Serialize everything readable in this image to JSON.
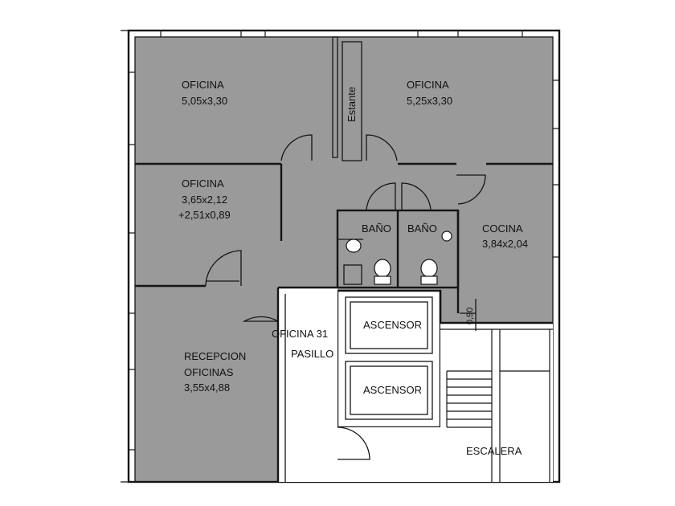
{
  "rooms": {
    "office_top_left": {
      "name": "OFICINA",
      "size": "5,05x3,30"
    },
    "office_top_right": {
      "name": "OFICINA",
      "size": "5,25x3,30"
    },
    "office_mid_left": {
      "name": "OFICINA",
      "size": "3,65x2,12",
      "extra": "+2,51x0,89"
    },
    "bath_1": {
      "name": "BAÑO"
    },
    "bath_2": {
      "name": "BAÑO"
    },
    "kitchen": {
      "name": "COCINA",
      "size": "3,84x2,04"
    },
    "reception": {
      "line1": "RECEPCION",
      "line2": "OFICINAS",
      "size": "3,55x4,88"
    },
    "hall": {
      "unit": "OFICINA 31",
      "name": "PASILLO"
    },
    "elevator_1": {
      "name": "ASCENSOR"
    },
    "elevator_2": {
      "name": "ASCENSOR"
    },
    "stairs": {
      "name": "ESCALERA"
    },
    "shelf": {
      "name": "Estante"
    },
    "vertical_dim": {
      "name": "0,90"
    }
  },
  "colors": {
    "floor_fill": "#9a9a9a",
    "wall": "#151515",
    "background": "#ffffff"
  }
}
